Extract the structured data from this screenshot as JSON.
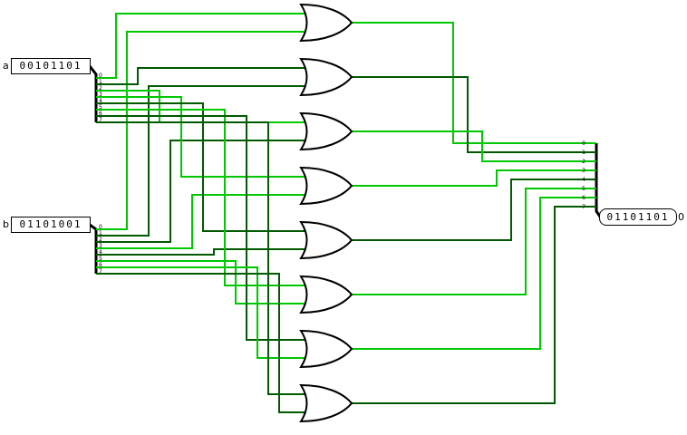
{
  "colors": {
    "wire_high": "#00C800",
    "wire_low": "#005A00",
    "outline": "#000000",
    "gate_fill": "#FFFFFF",
    "background": "#FFFFFF"
  },
  "inputs": [
    {
      "label": "a",
      "value": "00101101"
    },
    {
      "label": "b",
      "value": "01101001"
    }
  ],
  "output": {
    "label": "0",
    "value": "01101101"
  },
  "gates": {
    "type": "OR",
    "count": 8
  },
  "pin_indices": [
    "0",
    "1",
    "2",
    "3",
    "4",
    "5",
    "6",
    "7"
  ]
}
